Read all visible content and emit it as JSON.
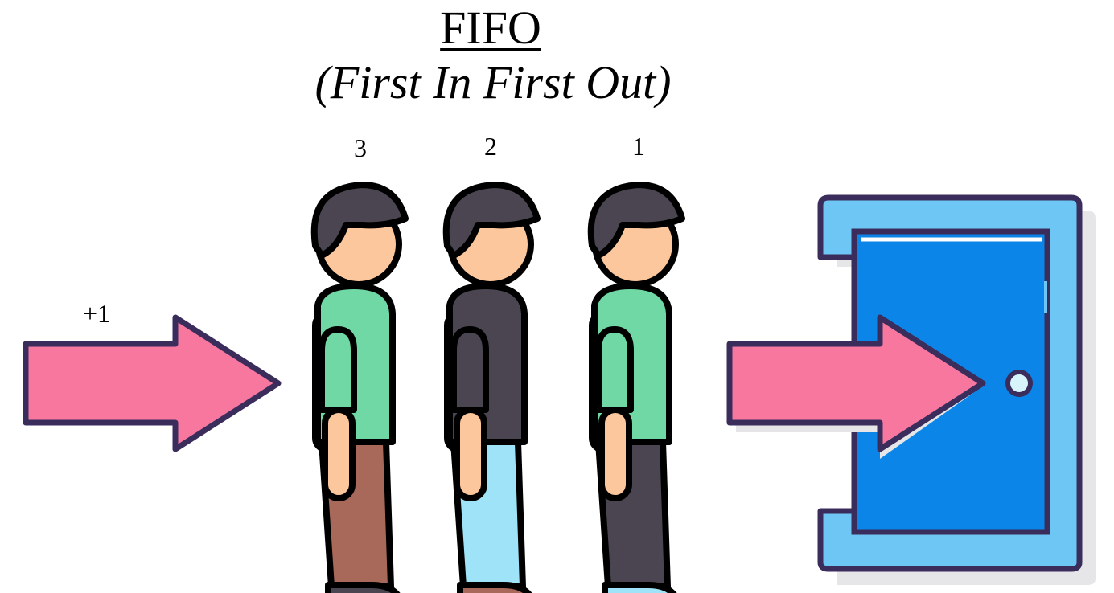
{
  "diagram": {
    "title": "FIFO",
    "subtitle": "(First In First Out)",
    "enqueue_label": "+1",
    "queue": [
      {
        "position_label": "3",
        "shirt_color": "#6fd8a4",
        "pants_color": "#a8695a",
        "shoes_color": "#4a4550"
      },
      {
        "position_label": "2",
        "shirt_color": "#4a4550",
        "pants_color": "#9ee3f7",
        "shoes_color": "#a8695a"
      },
      {
        "position_label": "1",
        "shirt_color": "#6fd8a4",
        "pants_color": "#4a4550",
        "shoes_color": "#9ee3f7"
      }
    ]
  },
  "colors": {
    "arrow_fill": "#f7779f",
    "outline": "#000000",
    "arrow_outline": "#3a2d5c",
    "door_frame": "#6ec6f5",
    "door_panel": "#0b86e8",
    "skin": "#fcc79c",
    "hair": "#4a4550"
  },
  "icons": {
    "enqueue_arrow": "arrow-right-icon",
    "person": "person-icon",
    "exit": "exit-door-icon"
  }
}
